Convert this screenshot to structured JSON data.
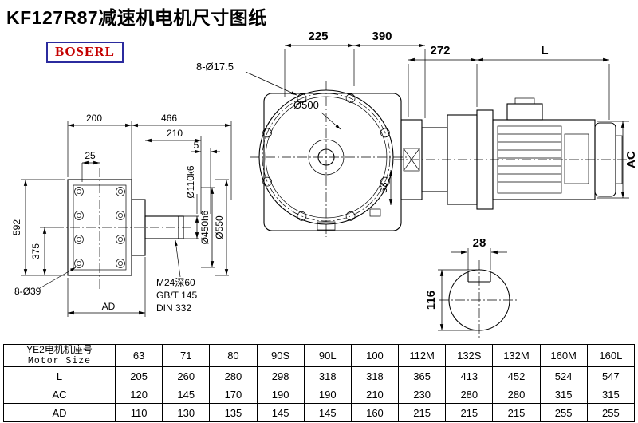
{
  "page": {
    "title": "KF127R87减速机电机尺寸图纸",
    "brand": "BOSERL"
  },
  "drawing": {
    "front_view": {
      "dim_200": "200",
      "dim_466": "466",
      "dim_210": "210",
      "dim_5": "5",
      "dim_25": "25",
      "dim_592": "592",
      "dim_375": "375",
      "holes": "8-Ø39",
      "dim_ad": "AD",
      "thread": "M24深60",
      "std_gb": "GB/T 145",
      "std_din": "DIN 332",
      "dia_shaft": "Ø110k6",
      "dia_spigot": "Ø450h6",
      "dia_flange": "Ø550"
    },
    "flange_view": {
      "holes": "8-Ø17.5",
      "dia": "Ø500",
      "dim_225": "225",
      "dim_390": "390",
      "dim_53": "53"
    },
    "side_view": {
      "dim_272": "272",
      "dim_l": "L",
      "dim_ac": "AC"
    },
    "shaft_section": {
      "key_width": "28",
      "dia": "116"
    }
  },
  "table": {
    "header_line1": "YE2电机机座号",
    "header_line2": "Motor Size",
    "columns": [
      "63",
      "71",
      "80",
      "90S",
      "90L",
      "100",
      "112M",
      "132S",
      "132M",
      "160M",
      "160L"
    ],
    "rows": [
      {
        "label": "L",
        "values": [
          "205",
          "260",
          "280",
          "298",
          "318",
          "318",
          "365",
          "413",
          "452",
          "524",
          "547"
        ]
      },
      {
        "label": "AC",
        "values": [
          "120",
          "145",
          "170",
          "190",
          "190",
          "210",
          "230",
          "280",
          "280",
          "315",
          "315"
        ]
      },
      {
        "label": "AD",
        "values": [
          "110",
          "130",
          "135",
          "145",
          "145",
          "160",
          "215",
          "215",
          "215",
          "255",
          "255"
        ]
      }
    ]
  }
}
